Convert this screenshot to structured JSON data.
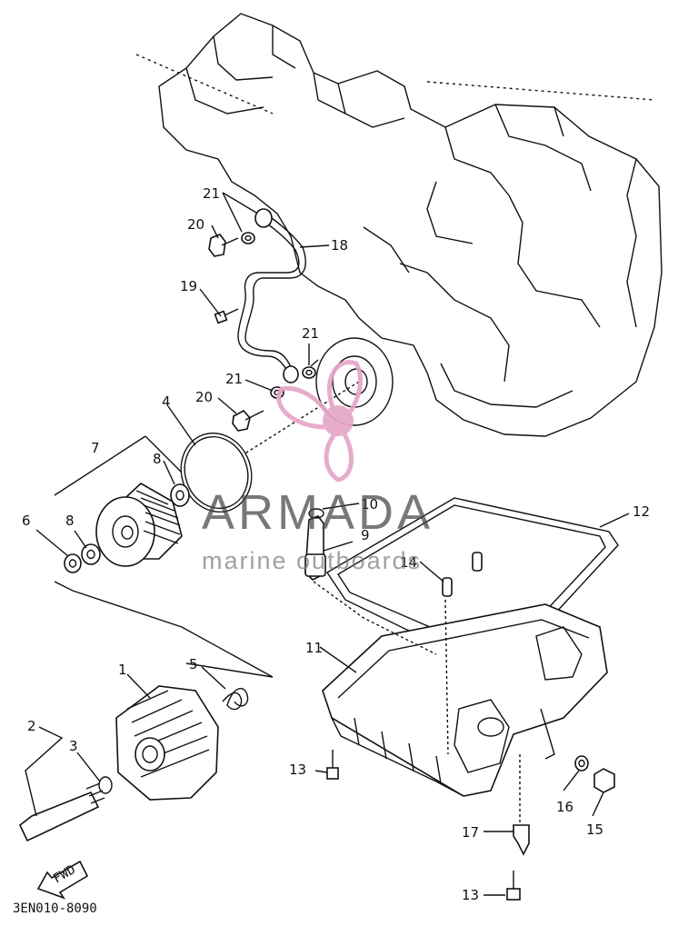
{
  "diagram": {
    "code": "3EN010-8090",
    "direction_label": "FWD",
    "callouts": [
      "1",
      "2",
      "3",
      "4",
      "5",
      "6",
      "7",
      "8",
      "8",
      "9",
      "10",
      "11",
      "12",
      "13",
      "13",
      "14",
      "15",
      "16",
      "17",
      "18",
      "19",
      "20",
      "20",
      "21",
      "21",
      "21"
    ]
  },
  "watermark": {
    "brand": "ARMADA",
    "tagline": "marine outboards",
    "logo_color": "#e7a6c7"
  }
}
